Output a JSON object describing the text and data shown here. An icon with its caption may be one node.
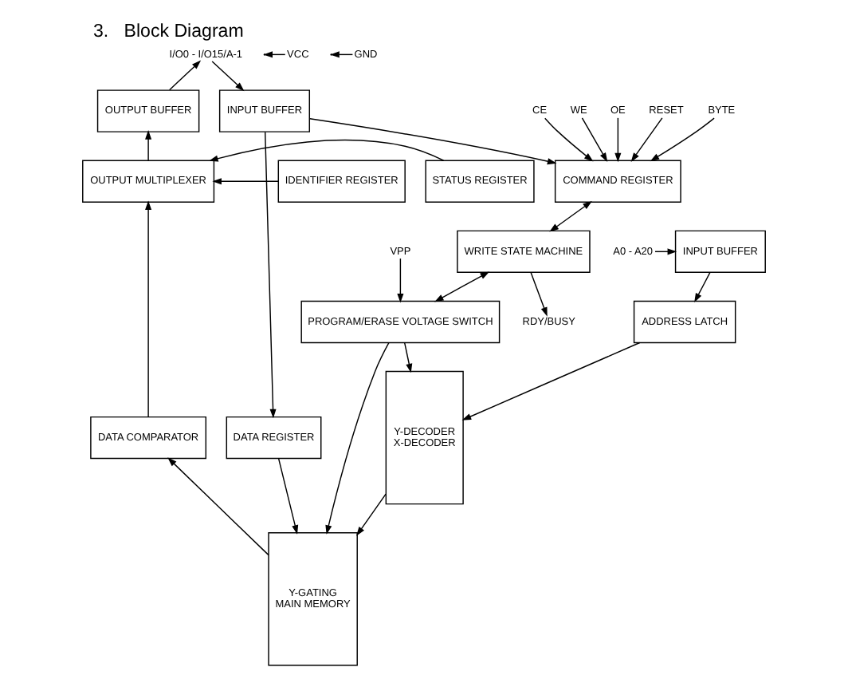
{
  "diagram": {
    "title": "3.   Block Diagram",
    "nodes": [
      {
        "text": [
          "I/O0 - I/O15/A-1"
        ]
      },
      {
        "text": [
          "OUTPUT BUFFER"
        ]
      },
      {
        "text": [
          "INPUT BUFFER"
        ]
      },
      {
        "text": [
          "OUTPUT MULTIPLEXER"
        ]
      },
      {
        "text": [
          "IDENTIFIER REGISTER"
        ]
      },
      {
        "text": [
          "STATUS REGISTER"
        ]
      },
      {
        "text": [
          "DATA REGISTER"
        ]
      },
      {
        "text": [
          "A0 - A20"
        ]
      },
      {
        "text": [
          "INPUT BUFFER"
        ]
      },
      {
        "text": [
          "ADDRESS LATCH"
        ]
      },
      {
        "text": [
          "COMMAND REGISTER"
        ]
      },
      {
        "text": [
          "CE"
        ]
      },
      {
        "text": [
          "WE"
        ]
      },
      {
        "text": [
          "OE"
        ]
      },
      {
        "text": [
          "RESET"
        ]
      },
      {
        "text": [
          "BYTE"
        ]
      },
      {
        "text": [
          "DATA COMPARATOR"
        ]
      },
      {
        "text": [
          "WRITE STATE MACHINE"
        ]
      },
      {
        "text": [
          "RDY/BUSY"
        ]
      },
      {
        "text": [
          "PROGRAM/ERASE VOLTAGE SWITCH"
        ]
      },
      {
        "text": [
          "VPP"
        ]
      },
      {
        "text": [
          "VCC"
        ]
      },
      {
        "text": [
          "GND"
        ]
      },
      {
        "text": [
          "Y-DECODER",
          "X-DECODER"
        ]
      },
      {
        "text": [
          "Y-GATING",
          "MAIN MEMORY"
        ]
      }
    ],
    "edges": [
      {
        "from": 1,
        "to": 0,
        "arrow": "to"
      },
      {
        "from": 0,
        "to": 2,
        "arrow": "to"
      },
      {
        "from": 3,
        "to": 1,
        "arrow": "to"
      },
      {
        "from": 4,
        "to": 3,
        "arrow": "to"
      },
      {
        "from": 5,
        "to": 3,
        "arrow": "to"
      },
      {
        "from": 16,
        "to": 3,
        "arrow": "to"
      },
      {
        "from": 2,
        "to": 6,
        "arrow": "to"
      },
      {
        "from": 2,
        "to": 10,
        "arrow": "to"
      },
      {
        "from": 7,
        "to": 8,
        "arrow": "to"
      },
      {
        "from": 8,
        "to": 9,
        "arrow": "to"
      },
      {
        "from": 9,
        "to": 23,
        "arrow": "to"
      },
      {
        "from": 6,
        "to": 24,
        "arrow": "to"
      },
      {
        "from": 24,
        "to": 16,
        "arrow": "to"
      },
      {
        "from": 11,
        "to": 10,
        "arrow": "to"
      },
      {
        "from": 12,
        "to": 10,
        "arrow": "to"
      },
      {
        "from": 13,
        "to": 10,
        "arrow": "to"
      },
      {
        "from": 14,
        "to": 10,
        "arrow": "to"
      },
      {
        "from": 15,
        "to": 10,
        "arrow": "to"
      },
      {
        "from": 10,
        "to": 17,
        "arrow": "both"
      },
      {
        "from": 17,
        "to": 18,
        "arrow": "to"
      },
      {
        "from": 17,
        "to": 19,
        "arrow": "both"
      },
      {
        "from": 20,
        "to": 19,
        "arrow": "to"
      },
      {
        "from": 21,
        "to": null,
        "arrow": "to"
      },
      {
        "from": 22,
        "to": null,
        "arrow": "to"
      },
      {
        "from": 19,
        "to": 24,
        "arrow": "to"
      },
      {
        "from": 19,
        "to": 23,
        "arrow": "to"
      },
      {
        "from": 23,
        "to": 24,
        "arrow": "to"
      }
    ]
  }
}
